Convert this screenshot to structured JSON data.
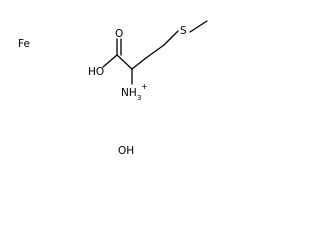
{
  "structure": {
    "fragments": {
      "iron": "Fe",
      "hydroxide": "OH"
    },
    "atoms": {
      "sulfur": "S",
      "carbonyl_oxygen": "O",
      "hydroxyl": "HO",
      "ammonium_nitrogen": "NH",
      "ammonium_subscript": "3",
      "ammonium_charge": "+"
    }
  }
}
